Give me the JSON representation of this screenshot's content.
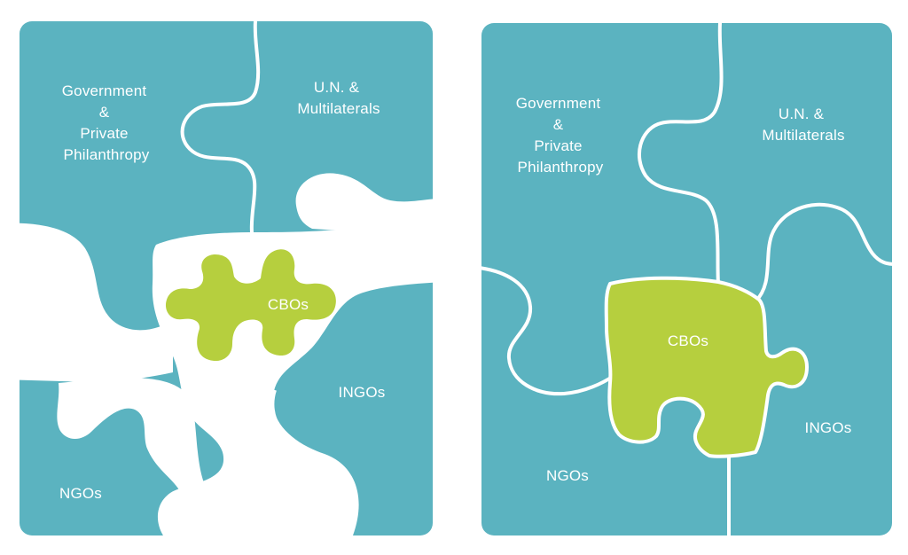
{
  "colors": {
    "panel_teal": "#5bb3c0",
    "piece_green": "#b6cf3e",
    "seam_white": "#ffffff",
    "label_text": "#ffffff"
  },
  "panels": [
    {
      "state": "scattered",
      "labels": {
        "government_line1": "Government",
        "government_line2": "&",
        "government_line3": "Private",
        "government_line4": "Philanthropy",
        "un_line1": "U.N. &",
        "un_line2": "Multilaterals",
        "cbos": "CBOs",
        "ingos": "INGOs",
        "ngos": "NGOs"
      }
    },
    {
      "state": "assembled",
      "labels": {
        "government_line1": "Government",
        "government_line2": "&",
        "government_line3": "Private",
        "government_line4": "Philanthropy",
        "un_line1": "U.N. &",
        "un_line2": "Multilaterals",
        "cbos": "CBOs",
        "ingos": "INGOs",
        "ngos": "NGOs"
      }
    }
  ]
}
